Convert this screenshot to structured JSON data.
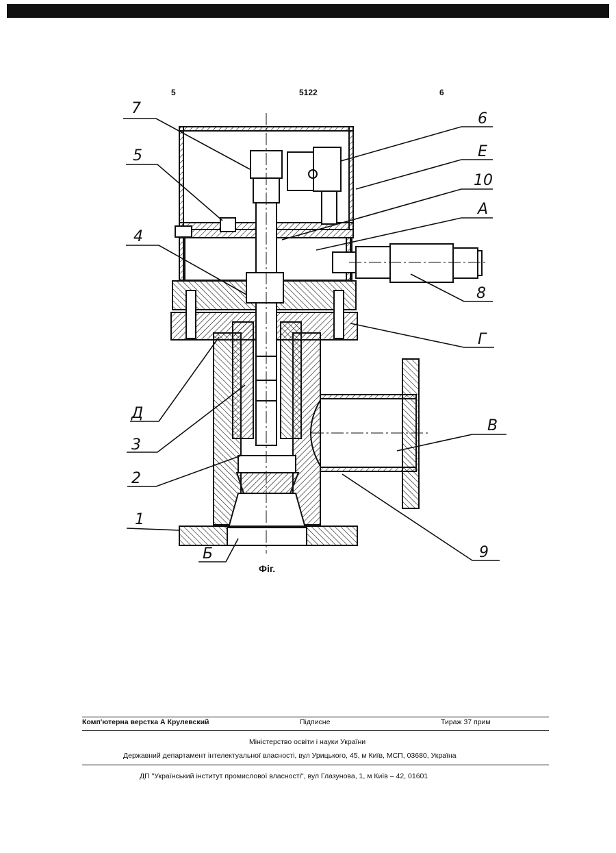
{
  "header": {
    "left_page": "5",
    "doc_number": "5122",
    "right_page": "6"
  },
  "figure": {
    "caption": "Фіг.",
    "labels": {
      "l7": "7",
      "l5": "5",
      "l4": "4",
      "lD": "Д",
      "l3": "3",
      "l2": "2",
      "l1": "1",
      "lB": "Б",
      "l6": "6",
      "lE": "Е",
      "l10": "10",
      "lA": "А",
      "l8": "8",
      "lG": "Г",
      "lV": "В",
      "l9": "9"
    }
  },
  "footer": {
    "typesetter": "Комп'ютерна верстка А  Крулевский",
    "signed": "Підписне",
    "circulation": "Тираж 37 прим",
    "ministry": "Міністерство освіти і науки України",
    "department": "Державний департамент інтелектуальної власності, вул  Урицького, 45, м  Київ, МСП, 03680, Україна",
    "institute": "ДП \"Український інститут промислової власності\", вул  Глазунова, 1, м  Київ – 42, 01601"
  }
}
